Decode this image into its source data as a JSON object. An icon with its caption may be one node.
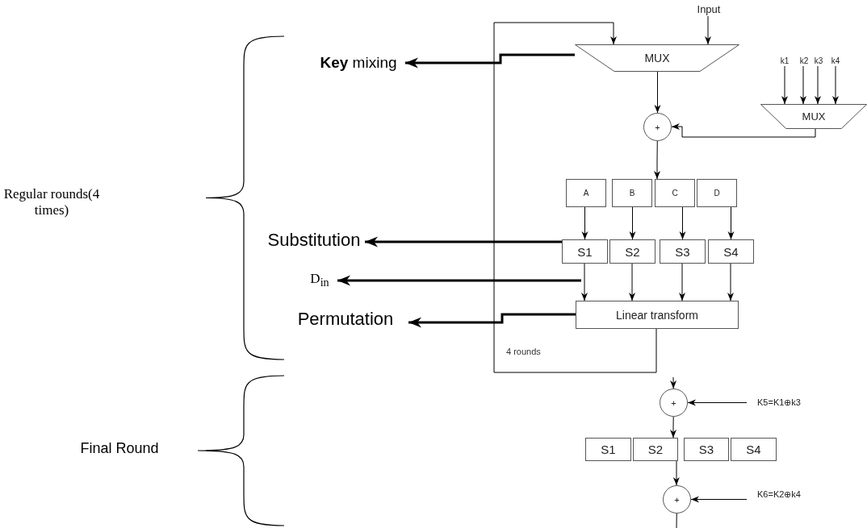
{
  "diagram": {
    "nodes": [
      {
        "text": [
          "Regular rounds(4 times)"
        ]
      },
      {
        "text": [
          "Final Round"
        ]
      },
      {
        "text": [
          "**Key** mixing"
        ]
      },
      {
        "text": [
          "Substitution"
        ]
      },
      {
        "text": [
          "D$_{in}$"
        ]
      },
      {
        "text": [
          "Permutation"
        ]
      },
      {
        "text": [
          "Input"
        ]
      },
      {
        "text": [
          "MUX"
        ]
      },
      {
        "text": [
          "k1"
        ]
      },
      {
        "text": [
          "k2"
        ]
      },
      {
        "text": [
          "k3"
        ]
      },
      {
        "text": [
          "k4"
        ]
      },
      {
        "text": [
          "MUX"
        ]
      },
      {
        "text": [
          "+"
        ]
      },
      {
        "text": [
          "A"
        ]
      },
      {
        "text": [
          "B"
        ]
      },
      {
        "text": [
          "C"
        ]
      },
      {
        "text": [
          "D"
        ]
      },
      {
        "text": [
          "S1"
        ]
      },
      {
        "text": [
          "S2"
        ]
      },
      {
        "text": [
          "S3"
        ]
      },
      {
        "text": [
          "S4"
        ]
      },
      {
        "text": [
          "Linear transform"
        ]
      },
      {
        "text": [
          "+"
        ]
      },
      {
        "text": [
          "K5=K1⊕k3"
        ]
      },
      {
        "text": [
          "S1"
        ]
      },
      {
        "text": [
          "S2"
        ]
      },
      {
        "text": [
          "S3"
        ]
      },
      {
        "text": [
          "S4"
        ]
      },
      {
        "text": [
          "+"
        ]
      },
      {
        "text": [
          "K6=K2⊕k4"
        ]
      }
    ],
    "edges": [
      {
        "from": 6,
        "to": 7,
        "arrow": "to"
      },
      {
        "from": 22,
        "to": 7,
        "arrow": "to"
      },
      {
        "from": 7,
        "to": 13,
        "arrow": "to"
      },
      {
        "from": 8,
        "to": 12,
        "arrow": "to"
      },
      {
        "from": 9,
        "to": 12,
        "arrow": "to"
      },
      {
        "from": 10,
        "to": 12,
        "arrow": "to"
      },
      {
        "from": 11,
        "to": 12,
        "arrow": "to"
      },
      {
        "from": 12,
        "to": 13,
        "arrow": "to"
      },
      {
        "from": 13,
        "to": 16,
        "arrow": "to"
      },
      {
        "from": 14,
        "to": 18,
        "arrow": "to"
      },
      {
        "from": 15,
        "to": 19,
        "arrow": "to"
      },
      {
        "from": 16,
        "to": 20,
        "arrow": "to"
      },
      {
        "from": 17,
        "to": 21,
        "arrow": "to"
      },
      {
        "from": 18,
        "to": 22,
        "arrow": "to"
      },
      {
        "from": 19,
        "to": 22,
        "arrow": "to"
      },
      {
        "from": 20,
        "to": 22,
        "arrow": "to"
      },
      {
        "from": 21,
        "to": 22,
        "arrow": "to"
      },
      {
        "from": 7,
        "to": 2,
        "arrow": "to",
        "style": "thick"
      },
      {
        "from": 18,
        "to": 3,
        "arrow": "to",
        "style": "thick"
      },
      {
        "from": null,
        "to": 4,
        "arrow": "to",
        "style": "thick"
      },
      {
        "from": 22,
        "to": 5,
        "arrow": "to",
        "style": "thick"
      },
      {
        "from": null,
        "to": 23,
        "arrow": "to"
      },
      {
        "from": 24,
        "to": 23,
        "arrow": "to"
      },
      {
        "from": 23,
        "to": 26,
        "arrow": "to"
      },
      {
        "from": 26,
        "to": 29,
        "arrow": "to"
      },
      {
        "from": 30,
        "to": 29,
        "arrow": "to"
      },
      {
        "from": 29,
        "to": null,
        "arrow": "none"
      }
    ],
    "labels": [
      "4 rounds"
    ]
  }
}
